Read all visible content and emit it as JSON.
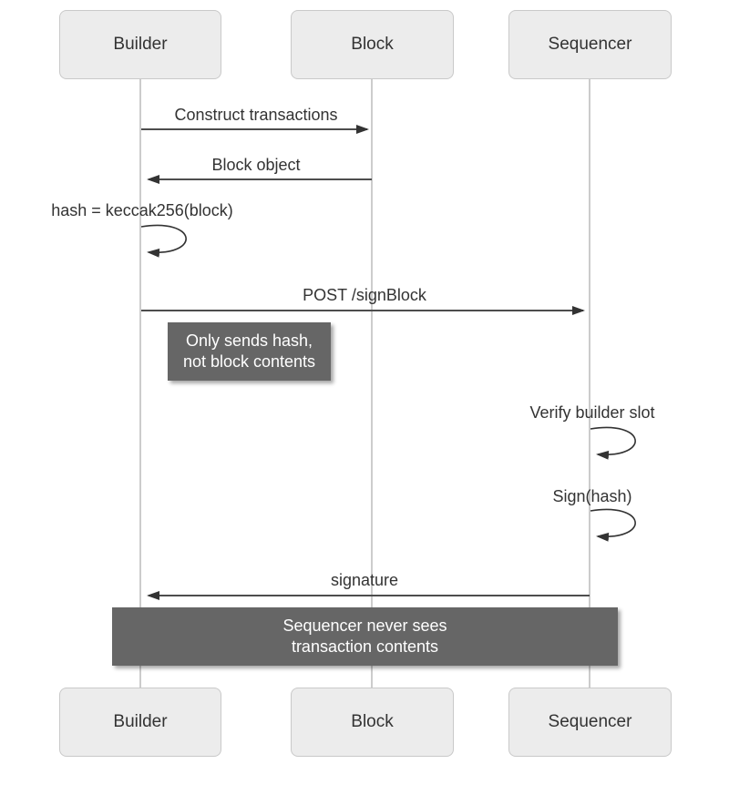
{
  "diagram": {
    "type": "sequence-diagram",
    "participants": [
      {
        "name": "Builder"
      },
      {
        "name": "Block"
      },
      {
        "name": "Sequencer"
      }
    ],
    "messages": [
      {
        "label": "Construct transactions",
        "from": "Builder",
        "to": "Block",
        "kind": "arrow"
      },
      {
        "label": "Block object",
        "from": "Block",
        "to": "Builder",
        "kind": "arrow"
      },
      {
        "label": "hash = keccak256(block)",
        "from": "Builder",
        "to": "Builder",
        "kind": "self-loop"
      },
      {
        "label": "POST /signBlock",
        "from": "Builder",
        "to": "Sequencer",
        "kind": "arrow"
      },
      {
        "label": "Verify builder slot",
        "from": "Sequencer",
        "to": "Sequencer",
        "kind": "self-loop"
      },
      {
        "label": "Sign(hash)",
        "from": "Sequencer",
        "to": "Sequencer",
        "kind": "self-loop"
      },
      {
        "label": "signature",
        "from": "Sequencer",
        "to": "Builder",
        "kind": "arrow"
      }
    ],
    "notes": [
      {
        "line1": "Only sends hash,",
        "line2": "not block contents",
        "over": "Builder"
      },
      {
        "line1": "Sequencer never sees",
        "line2": "transaction contents",
        "over": "Builder,Sequencer"
      }
    ],
    "colors": {
      "actor_fill": "#ececec",
      "actor_border": "#c9c9c9",
      "lifeline": "#cccccc",
      "message_line": "#4d4d4d",
      "arrowhead": "#333333",
      "text": "#333333",
      "note_fill": "#666666",
      "note_text": "#ffffff",
      "background": "#ffffff"
    }
  }
}
